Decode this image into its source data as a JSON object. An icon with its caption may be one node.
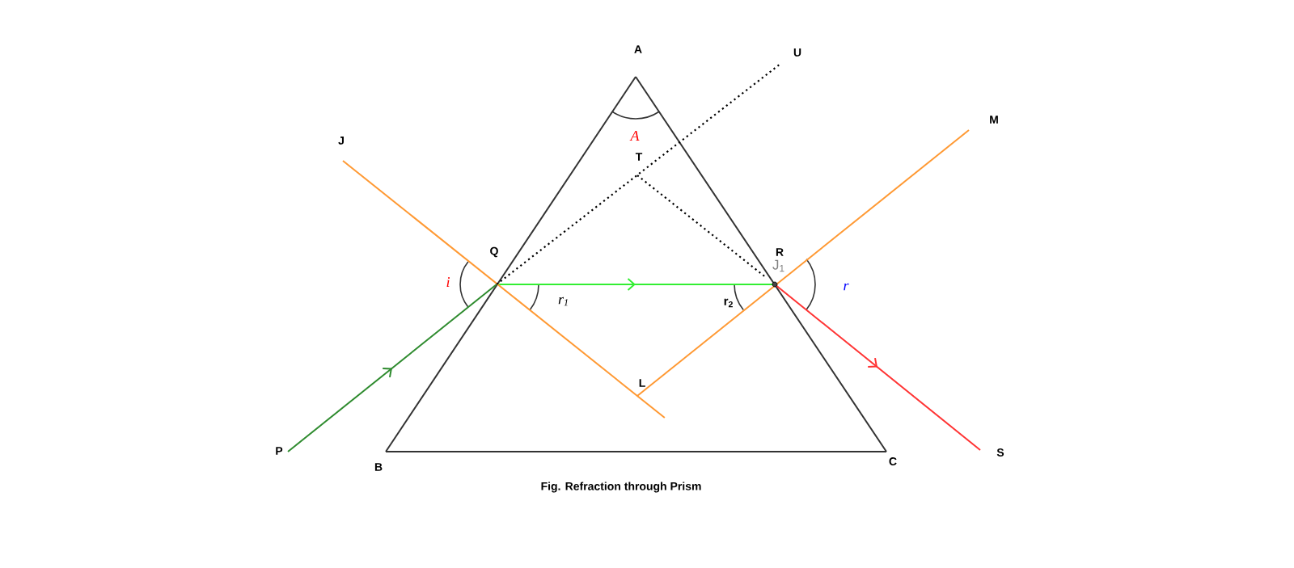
{
  "diagram": {
    "caption": "Fig. Refraction through Prism",
    "nodes": [
      {
        "text": [
          "A"
        ]
      },
      {
        "text": [
          "B"
        ]
      },
      {
        "text": [
          "C"
        ]
      },
      {
        "text": [
          "P"
        ]
      },
      {
        "text": [
          "Q"
        ]
      },
      {
        "text": [
          "R"
        ]
      },
      {
        "text": [
          "S"
        ]
      },
      {
        "text": [
          "J"
        ]
      },
      {
        "text": [
          "M"
        ]
      },
      {
        "text": [
          "U"
        ]
      },
      {
        "text": [
          "T"
        ]
      },
      {
        "text": [
          "L"
        ]
      }
    ],
    "edges": [
      {
        "from": 0,
        "to": 1,
        "arrow": "none"
      },
      {
        "from": 0,
        "to": 2,
        "arrow": "none"
      },
      {
        "from": 1,
        "to": 2,
        "arrow": "none"
      },
      {
        "from": 3,
        "to": 4,
        "arrow": "to",
        "color": "#2e8b2e"
      },
      {
        "from": 4,
        "to": 5,
        "arrow": "to",
        "color": "#33ee33"
      },
      {
        "from": 5,
        "to": 6,
        "arrow": "to",
        "color": "#ff3333"
      },
      {
        "from": 7,
        "to": 11,
        "arrow": "none",
        "color": "#ff9933"
      },
      {
        "from": 11,
        "to": 8,
        "arrow": "none",
        "color": "#ff9933"
      },
      {
        "from": 4,
        "to": 9,
        "arrow": "none",
        "style": "dashed"
      },
      {
        "from": 10,
        "to": 5,
        "arrow": "none",
        "style": "dashed"
      }
    ],
    "labels": [
      "A",
      "i",
      "r$_{1}$",
      "r$_{2}$",
      "J$_{1}$",
      "r"
    ]
  }
}
